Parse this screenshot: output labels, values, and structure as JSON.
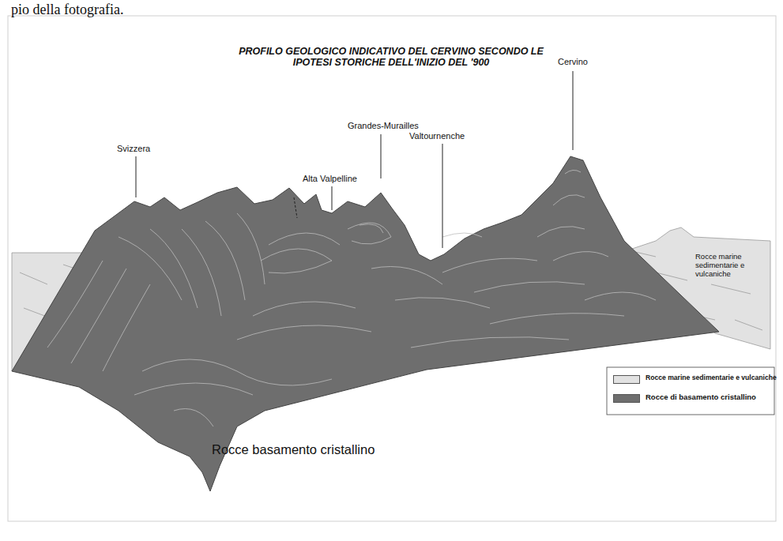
{
  "diagram": {
    "title": "PROFILO GEOLOGICO INDICATIVO DEL CERVINO SECONDO LE IPOTESI STORICHE DELL'INIZIO DEL '900",
    "labels": [
      "pio della fotografia.",
      "Svizzera",
      "Alta Valpelline",
      "Grandes-Murailles",
      "Valtournenche",
      "Cervino",
      "Rocce marine sedimentarie e vulcaniche",
      "Rocce basamento cristallino"
    ],
    "legend": [
      {
        "text": "Rocce marine sedimentarie e vulcaniche",
        "color": "#e2e2e2"
      },
      {
        "text": "Rocce di basamento cristallino",
        "color": "#6e6e6e"
      }
    ]
  }
}
